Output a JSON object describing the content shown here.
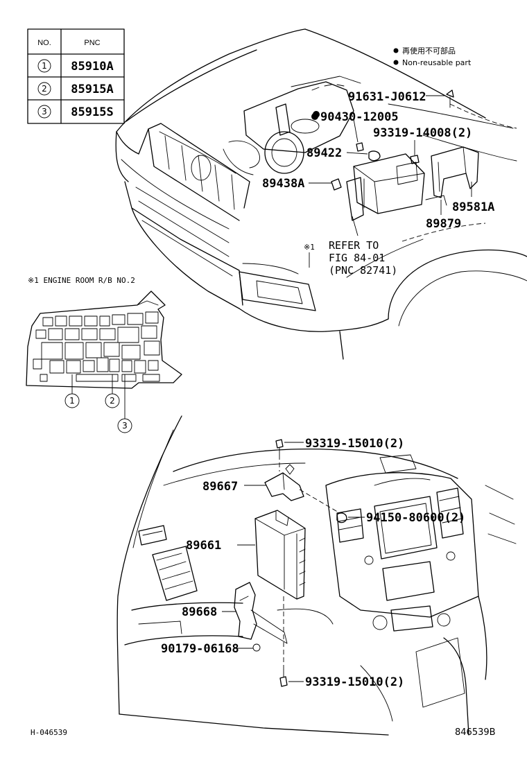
{
  "pnc_table": {
    "header_no": "NO.",
    "header_pnc": "PNC",
    "rows": [
      {
        "no": "1",
        "pnc": "85910A"
      },
      {
        "no": "2",
        "pnc": "85915A"
      },
      {
        "no": "3",
        "pnc": "85915S"
      }
    ]
  },
  "legend": {
    "line1": "再使用不可部品",
    "line2": "Non-reusable part"
  },
  "engine_labels": {
    "p91631": "91631-J0612",
    "p90430": "90430-12005",
    "p93319_14008": "93319-14008(2)",
    "p89422": "89422",
    "p89438A": "89438A",
    "p89581A": "89581A",
    "p89879": "89879",
    "ref_mark": "※1",
    "ref_line1": "REFER TO",
    "ref_line2": "FIG  84-01",
    "ref_line3": "(PNC 82741)"
  },
  "relay_box": {
    "title": "※1 ENGINE ROOM R/B NO.2",
    "call1": "1",
    "call2": "2",
    "call3": "3"
  },
  "dash_labels": {
    "p93319_top": "93319-15010(2)",
    "p89667": "89667",
    "p94150": "94150-80600(2)",
    "p89661": "89661",
    "p89668": "89668",
    "p90179": "90179-06168",
    "p93319_bottom": "93319-15010(2)"
  },
  "footer": {
    "left_code": "H-046539",
    "right_code": "846539B"
  }
}
